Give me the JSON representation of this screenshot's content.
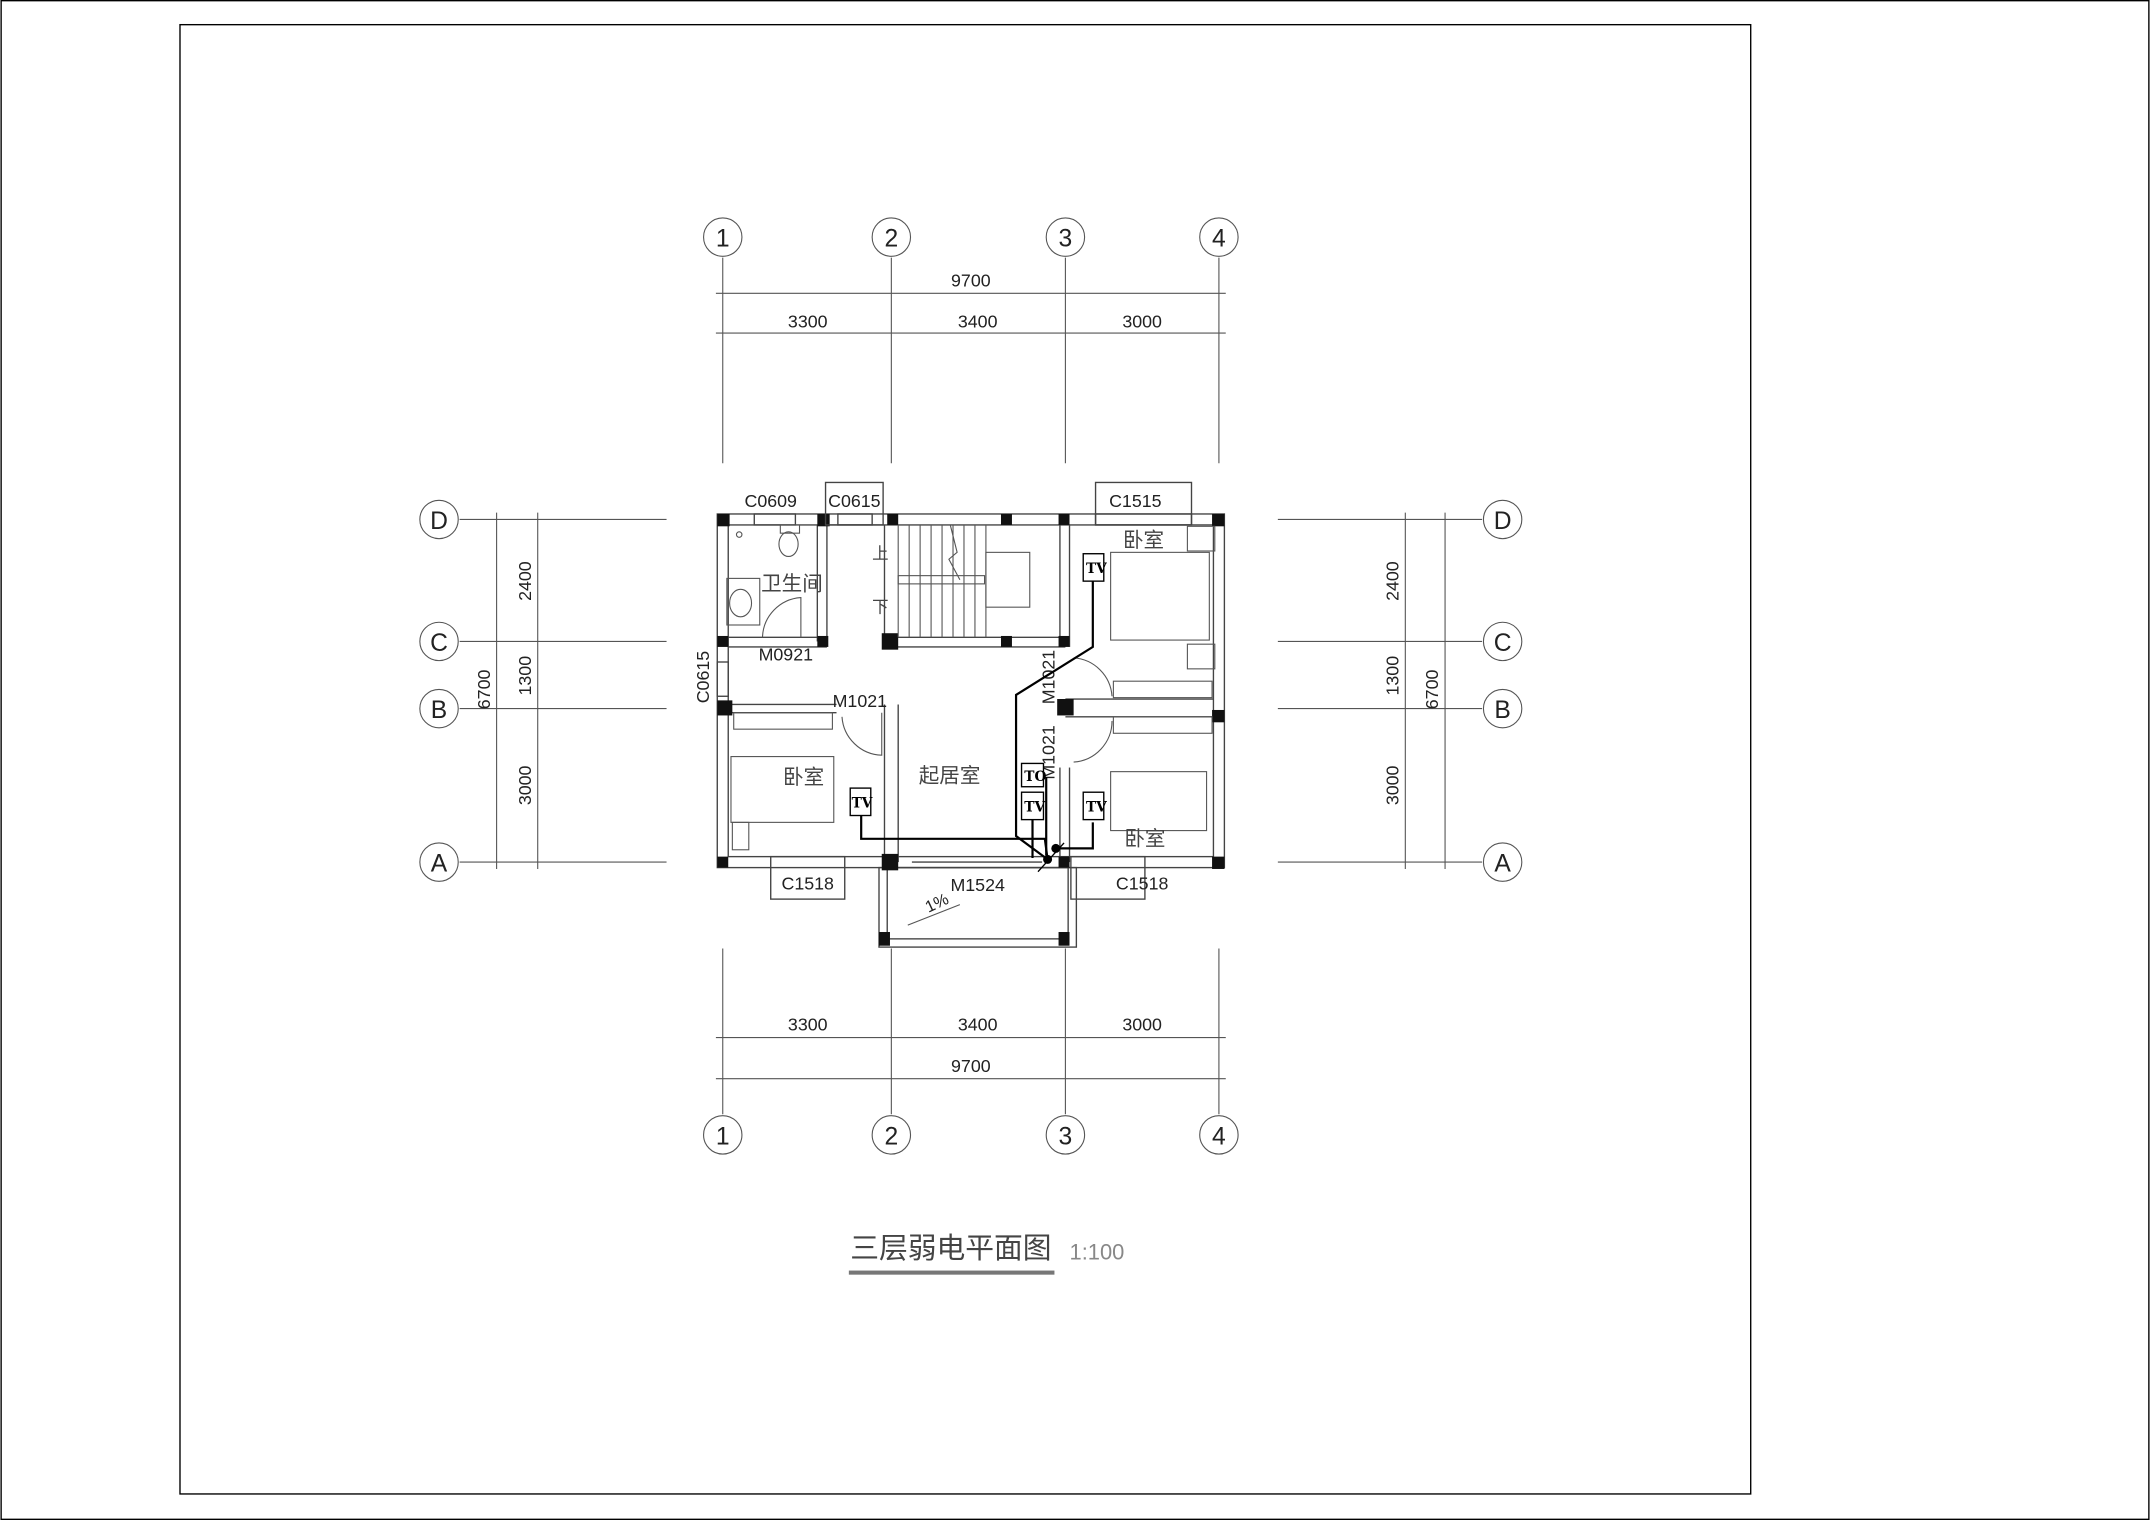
{
  "drawing": {
    "title": "三层弱电平面图",
    "scale": "1:100"
  },
  "axes": {
    "vertical": [
      "1",
      "2",
      "3",
      "4"
    ],
    "horizontal": [
      "D",
      "C",
      "B",
      "A"
    ]
  },
  "dimensions": {
    "top_total": "9700",
    "top_spans": [
      "3300",
      "3400",
      "3000"
    ],
    "bottom_total": "9700",
    "bottom_spans": [
      "3300",
      "3400",
      "3000"
    ],
    "left_total": "6700",
    "left_spans": [
      "2400",
      "1300",
      "3000"
    ],
    "right_total": "6700",
    "right_spans": [
      "2400",
      "1300",
      "3000"
    ]
  },
  "openings": {
    "c0609": "C0609",
    "c0615_top": "C0615",
    "c1515": "C1515",
    "c0615_left": "C0615",
    "m0921": "M0921",
    "m1021_left": "M1021",
    "m1021_upper": "M1021",
    "m1021_lower": "M1021",
    "m1524": "M1524",
    "c1518_left": "C1518",
    "c1518_right": "C1518"
  },
  "rooms": {
    "bathroom": "卫生间",
    "living": "起居室",
    "bedroom_left": "卧室",
    "bedroom_ne": "卧室",
    "bedroom_se": "卧室"
  },
  "stair": {
    "up": "上",
    "down": "下"
  },
  "slope": "1%",
  "outlets": {
    "tv_ne": "TV",
    "tv_left": "TV",
    "to_center": "TO",
    "tv_center": "TV",
    "tv_se": "TV"
  }
}
